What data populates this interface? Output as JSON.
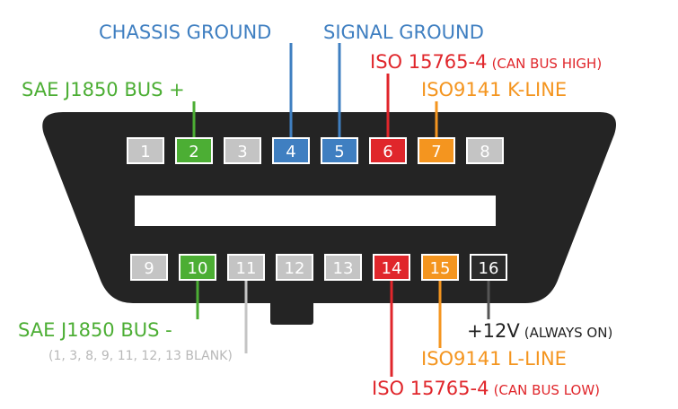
{
  "colors": {
    "connector_body": "#242424",
    "slot": "#ffffff",
    "blue": "#3f7fc1",
    "red": "#e0262b",
    "orange": "#f4951f",
    "green": "#4cae34",
    "grey": "#c4c4c4",
    "dark_pin": "#2b2b2b"
  },
  "pins_top": [
    {
      "num": "1",
      "color": "grey"
    },
    {
      "num": "2",
      "color": "green"
    },
    {
      "num": "3",
      "color": "grey"
    },
    {
      "num": "4",
      "color": "blue"
    },
    {
      "num": "5",
      "color": "blue"
    },
    {
      "num": "6",
      "color": "red"
    },
    {
      "num": "7",
      "color": "orange"
    },
    {
      "num": "8",
      "color": "grey"
    }
  ],
  "pins_bottom": [
    {
      "num": "9",
      "color": "grey"
    },
    {
      "num": "10",
      "color": "green"
    },
    {
      "num": "11",
      "color": "grey"
    },
    {
      "num": "12",
      "color": "grey"
    },
    {
      "num": "13",
      "color": "grey"
    },
    {
      "num": "14",
      "color": "red"
    },
    {
      "num": "15",
      "color": "orange"
    },
    {
      "num": "16",
      "color": "dark"
    }
  ],
  "labels": {
    "chassis_ground": "CHASSIS GROUND",
    "signal_ground": "SIGNAL GROUND",
    "iso15765_high": "ISO 15765-4",
    "iso15765_high_note": "(CAN BUS HIGH)",
    "iso9141_k": "ISO9141 K-LINE",
    "sae_bus_plus": "SAE J1850 BUS +",
    "sae_bus_minus": "SAE J1850 BUS -",
    "blank_note": "(1, 3, 8, 9, 11, 12, 13 BLANK)",
    "power": "+12V",
    "power_note": "(ALWAYS ON)",
    "iso9141_l": "ISO9141 L-LINE",
    "iso15765_low": "ISO 15765-4",
    "iso15765_low_note": "(CAN BUS LOW)"
  }
}
